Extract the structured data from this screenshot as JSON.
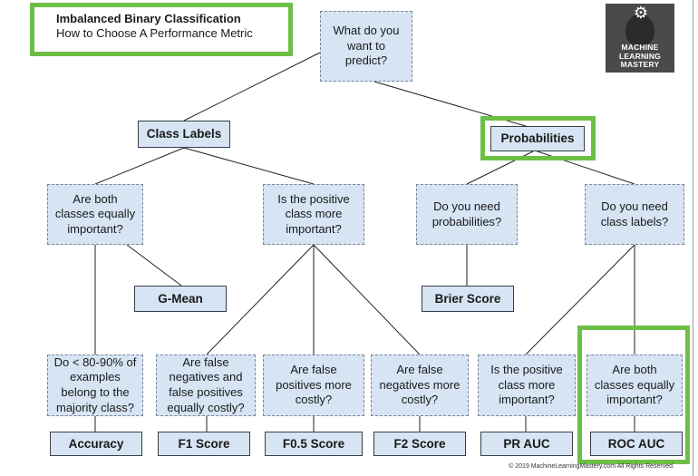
{
  "title": "Imbalanced Binary Classification",
  "subtitle": "How to Choose A Performance Metric",
  "logo": {
    "text": "MACHINE\nLEARNING\nMASTERY"
  },
  "root": "What do you\nwant to\npredict?",
  "class_labels": "Class Labels",
  "probabilities": "Probabilities",
  "q_both_equal_left": "Are both\nclasses equally\nimportant?",
  "q_positive_more": "Is the positive\nclass more\nimportant?",
  "q_need_probabilities": "Do you need\nprobabilities?",
  "q_need_class_labels": "Do you need\nclass labels?",
  "gmean": "G-Mean",
  "brier": "Brier Score",
  "q_majority": "Do < 80-90% of\nexamples\nbelong to the\nmajority class?",
  "q_fn_fp_costly": "Are false\nnegatives and\nfalse positives\nequally costly?",
  "q_fp_costly": "Are false\npositives more\ncostly?",
  "q_fn_costly": "Are false\nnegatives more\ncostly?",
  "q_positive_more_2": "Is the positive\nclass more\nimportant?",
  "q_both_equal_right": "Are both\nclasses equally\nimportant?",
  "metrics": {
    "accuracy": "Accuracy",
    "f1": "F1 Score",
    "f05": "F0.5 Score",
    "f2": "F2 Score",
    "prauc": "PR AUC",
    "rocauc": "ROC AUC"
  },
  "copyright": "© 2019 MachineLearningMastery.com All Rights Reserved.",
  "colors": {
    "box_fill": "#d6e4f3",
    "highlight": "#6dbf45"
  }
}
